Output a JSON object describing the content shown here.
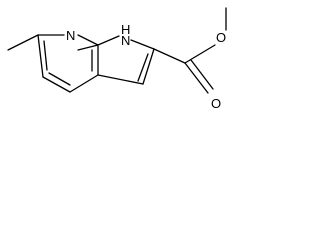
{
  "molecule": {
    "atoms": {
      "pyridine_n": "N",
      "pyrrole_nh": "H",
      "pyrrole_n": "N",
      "ester_o_single": "O",
      "ester_o_double": "O"
    }
  }
}
